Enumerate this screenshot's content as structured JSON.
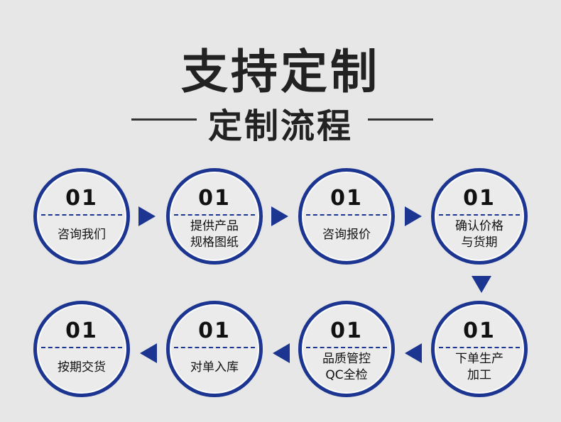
{
  "title": "支持定制",
  "subtitle": "定制流程",
  "steps": [
    {
      "num": "01",
      "label": "咨询我们"
    },
    {
      "num": "01",
      "label": "提供产品\n规格图纸"
    },
    {
      "num": "01",
      "label": "咨询报价"
    },
    {
      "num": "01",
      "label": "确认价格\n与货期"
    },
    {
      "num": "01",
      "label": "下单生产\n加工"
    },
    {
      "num": "01",
      "label": "品质管控\nQC全检"
    },
    {
      "num": "01",
      "label": "对单入库"
    },
    {
      "num": "01",
      "label": "按期交货"
    }
  ],
  "colors": {
    "accent": "#1b3591",
    "background": "#e7e7e7"
  }
}
